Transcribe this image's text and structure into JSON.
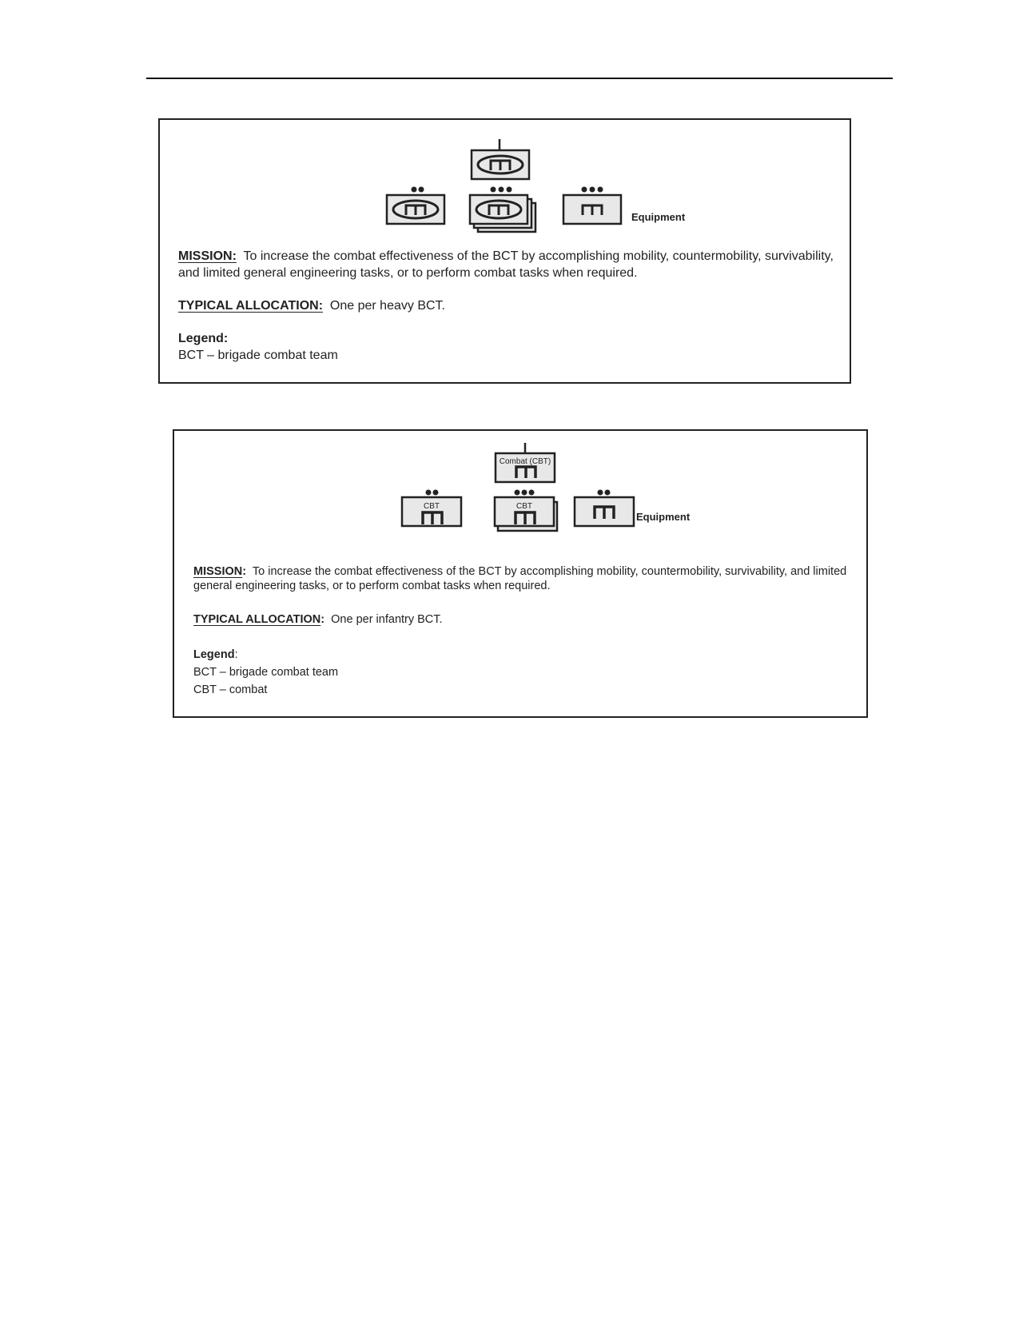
{
  "panel_heavy": {
    "symbols": {
      "equipment_label": "Equipment"
    },
    "mission": {
      "label": "MISSION:",
      "text": "To increase the combat effectiveness of the BCT by accomplishing mobility, countermobility, survivability, and limited general engineering tasks, or to perform combat tasks when required."
    },
    "allocation": {
      "label": "TYPICAL ALLOCATION:",
      "text": "One per heavy BCT."
    },
    "legend": {
      "heading": "Legend:",
      "entries": [
        "BCT – brigade combat team"
      ]
    }
  },
  "panel_infantry": {
    "symbols": {
      "top_caption": "Combat (CBT)",
      "left_caption": "CBT",
      "center_caption": "CBT",
      "equipment_label": "Equipment"
    },
    "mission": {
      "label": "MISSION",
      "colon": ":",
      "text": "To increase the combat effectiveness of the BCT by accomplishing mobility, countermobility, survivability, and limited general engineering tasks, or to perform combat tasks when required."
    },
    "allocation": {
      "label": "TYPICAL ALLOCATION",
      "colon": ":",
      "text": "One per infantry BCT."
    },
    "legend": {
      "heading": "Legend",
      "colon": ":",
      "entries": [
        "BCT – brigade combat team",
        "CBT – combat"
      ]
    }
  }
}
